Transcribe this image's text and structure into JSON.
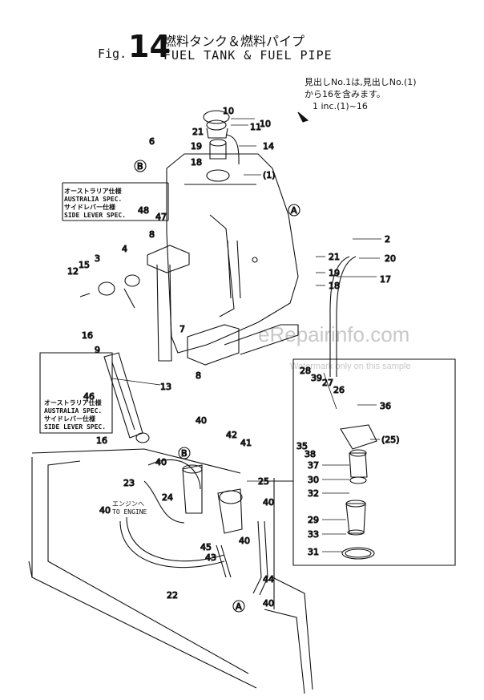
{
  "header": {
    "fig_prefix": "Fig.",
    "fig_number": "14",
    "title_jp": "燃料タンク＆燃料パイプ",
    "title_en": "FUEL TANK & FUEL PIPE"
  },
  "inclusion_note": {
    "line1": "見出しNo.1は,見出しNo.(1)",
    "line2": "から16を含みます。",
    "line3": "1 inc.(1)~16"
  },
  "notes": {
    "top": [
      "オーストラリア仕様",
      "AUSTRALIA SPEC.",
      "サイドレバー仕様",
      "SIDE LEVER SPEC."
    ],
    "bottom": [
      "オーストラリア仕様",
      "AUSTRALIA SPEC.",
      "サイドレバー仕様",
      "SIDE LEVER SPEC."
    ],
    "to_engine": [
      "エンジンへ",
      "TO ENGINE"
    ]
  },
  "watermark": {
    "main": "eRepairinfo.com",
    "sub": "Watermark only on this sample"
  },
  "callouts": {
    "c1": "(1)",
    "c2": "2",
    "c3": "3",
    "c4": "4",
    "c6": "6",
    "c7": "7",
    "c8a": "8",
    "c8b": "8",
    "c9": "9",
    "c10": "10",
    "c11": "11",
    "c12": "12",
    "c13": "13",
    "c14": "14",
    "c15": "15",
    "c16a": "16",
    "c16b": "16",
    "c17": "17",
    "c18a": "18",
    "c18b": "18",
    "c19a": "19",
    "c19b": "19",
    "c20": "20",
    "c21a": "21",
    "c21b": "21",
    "c22": "22",
    "c23": "23",
    "c24": "24",
    "c25": "25",
    "c25b": "(25)",
    "c26": "26",
    "c27": "27",
    "c28": "28",
    "c29": "29",
    "c30": "30",
    "c31": "31",
    "c32": "32",
    "c33": "33",
    "c35": "35",
    "c36": "36",
    "c37": "37",
    "c38": "38",
    "c39": "39",
    "c40a": "40",
    "c40b": "40",
    "c40c": "40",
    "c40d": "40",
    "c40e": "40",
    "c40f": "40",
    "c41": "41",
    "c42": "42",
    "c43": "43",
    "c44": "44",
    "c45": "45",
    "c46": "46",
    "c47": "47",
    "c48": "48",
    "refA": "A",
    "refB": "B"
  }
}
